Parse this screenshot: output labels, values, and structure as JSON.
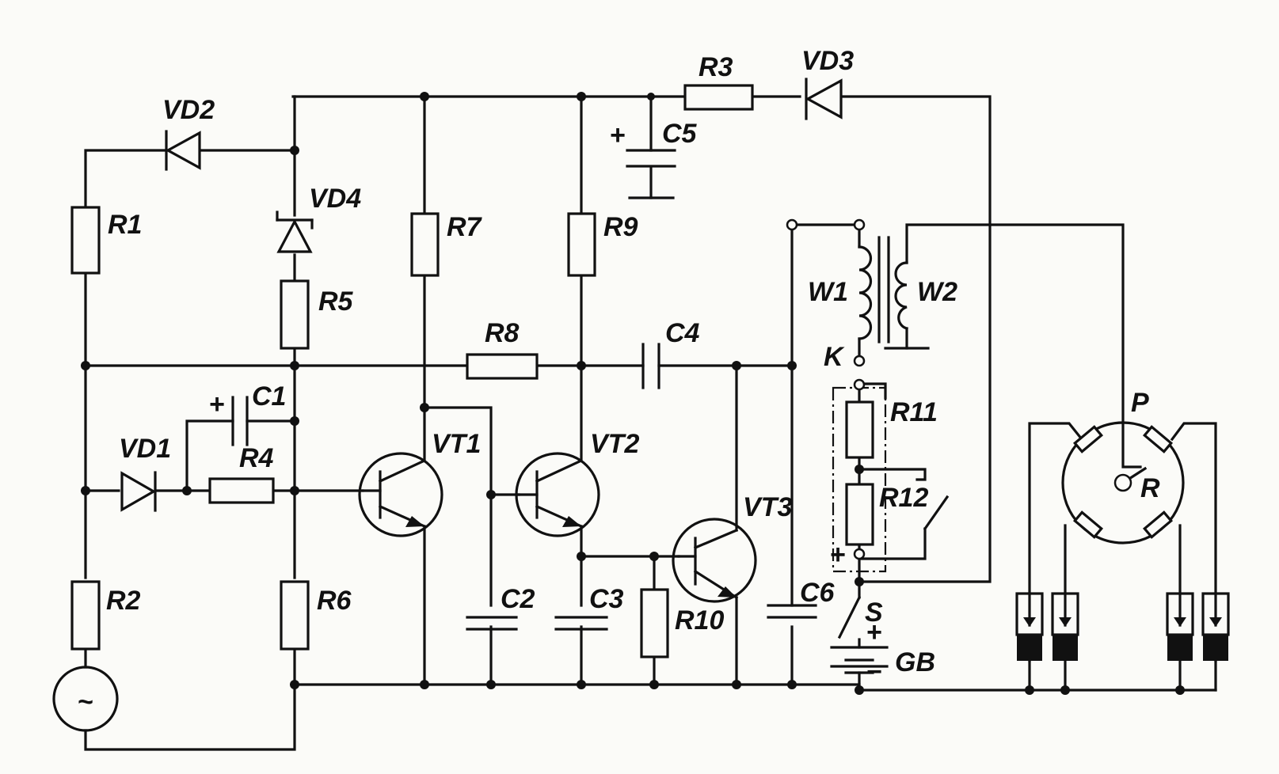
{
  "labels": {
    "VD2": "VD2",
    "VD3": "VD3",
    "VD4": "VD4",
    "VD1": "VD1",
    "R1": "R1",
    "R2": "R2",
    "R3": "R3",
    "R4": "R4",
    "R5": "R5",
    "R6": "R6",
    "R7": "R7",
    "R8": "R8",
    "R9": "R9",
    "R10": "R10",
    "R11": "R11",
    "R12": "R12",
    "C1": "C1",
    "C2": "C2",
    "C3": "C3",
    "C4": "C4",
    "C5": "C5",
    "C6": "C6",
    "VT1": "VT1",
    "VT2": "VT2",
    "VT3": "VT3",
    "W1": "W1",
    "W2": "W2",
    "K": "K",
    "S": "S",
    "GB": "GB",
    "P": "P",
    "R": "R"
  },
  "symbols": {
    "plus": "+",
    "minus": "−",
    "tilde": "~"
  }
}
